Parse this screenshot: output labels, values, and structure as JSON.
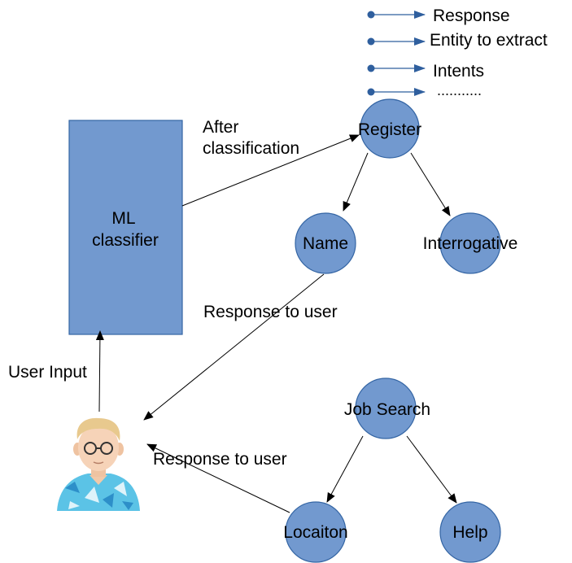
{
  "colors": {
    "node_fill": "#7299cf",
    "node_stroke": "#3465a4",
    "edge": "#000000",
    "legend_line": "#2f5f9e",
    "legend_dot": "#2f5f9e",
    "background": "#ffffff"
  },
  "legend": {
    "items": [
      "Response",
      "Entity to extract",
      "Intents",
      "..........."
    ]
  },
  "classifier": {
    "line1": "ML",
    "line2": "classifier"
  },
  "edge_labels": {
    "after_classification_line1": "After",
    "after_classification_line2": "classification",
    "response_to_user_1": "Response to user",
    "response_to_user_2": "Response to user",
    "user_input": "User Input"
  },
  "nodes": {
    "register": "Register",
    "name": "Name",
    "interrogative": "Interrogative",
    "job_search": "Job Search",
    "location": "Locaiton",
    "help": "Help"
  },
  "icons": {
    "user": "user-avatar-icon"
  }
}
